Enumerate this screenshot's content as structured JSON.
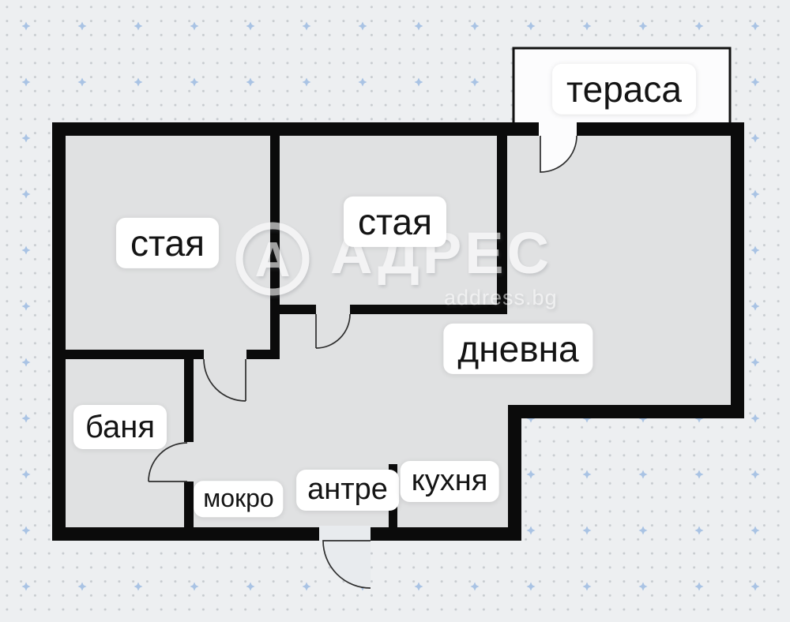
{
  "plan": {
    "rooms": [
      {
        "key": "terasa",
        "label": "тераса"
      },
      {
        "key": "staya_1",
        "label": "стая"
      },
      {
        "key": "staya_2",
        "label": "стая"
      },
      {
        "key": "dnevna",
        "label": "дневна"
      },
      {
        "key": "banya",
        "label": "баня"
      },
      {
        "key": "mokro",
        "label": "мокро"
      },
      {
        "key": "antre",
        "label": "антре"
      },
      {
        "key": "kuhnya",
        "label": "кухня"
      }
    ]
  },
  "watermark": {
    "logo_letter": "А",
    "brand_name": "АДРЕС",
    "website": "address.bg"
  },
  "colors": {
    "wall": "#0b0b0b",
    "floor": "#e0e1e2",
    "background": "#edeff1",
    "dot": "#c7cbcf",
    "accent_dot": "#a9c3e4",
    "terrace_floor": "#fcfcfd",
    "label_bg": "#ffffff",
    "label_text": "#141414"
  }
}
